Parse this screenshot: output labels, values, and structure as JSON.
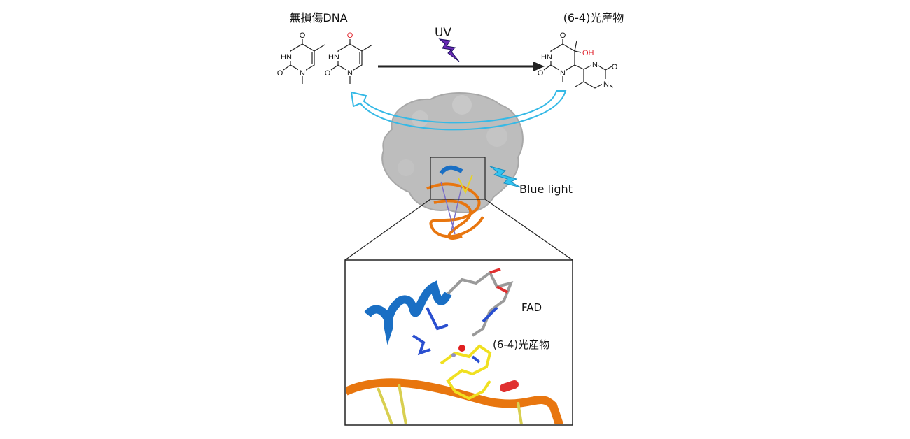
{
  "top": {
    "undamaged_label": "無損傷DNA",
    "uv_label": "UV",
    "product_label": "(6-4)光産物"
  },
  "atoms": {
    "hn": "HN",
    "o": "O",
    "n": "N",
    "oh": "OH"
  },
  "protein": {
    "blue_light_label": "Blue light"
  },
  "inset": {
    "fad_label": "FAD",
    "product_label": "(6-4)光産物"
  },
  "colors": {
    "uv_bolt": "#6a2bb5",
    "blue_bolt": "#33c3f0",
    "cycle_arrow": "#35b9e6",
    "protein": "#b9b9b9",
    "dna": "#e8760f",
    "helix": "#1a6fc4",
    "ligand": "#f0e020",
    "oxygen": "#e0202a"
  }
}
